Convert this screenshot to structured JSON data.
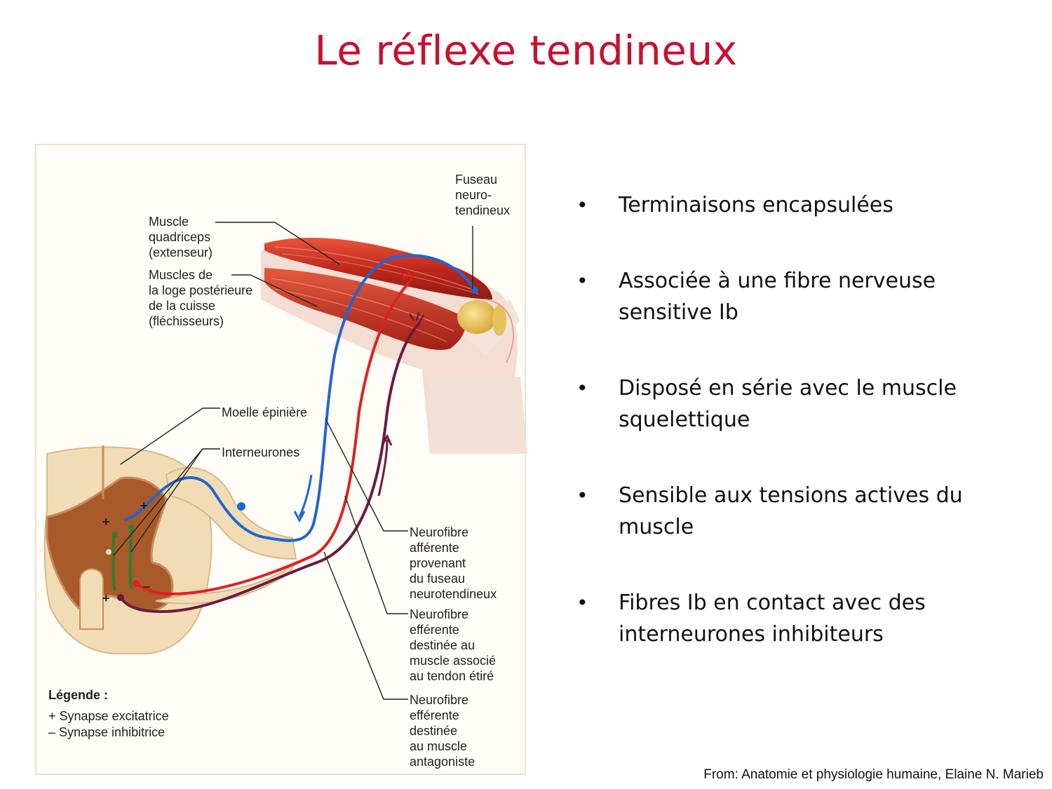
{
  "title": "Le réflexe tendineux",
  "figure": {
    "labels": {
      "fuseau": [
        "Fuseau",
        "neuro-",
        "tendineux"
      ],
      "quadriceps": [
        "Muscle",
        "quadriceps",
        "(extenseur)"
      ],
      "flechisseurs": [
        "Muscles de",
        "la loge postérieure",
        "de la cuisse",
        "(fléchisseurs)"
      ],
      "moelle": "Moelle épinière",
      "interneurones": "Interneurones",
      "afferente": [
        "Neurofibre",
        "afférente",
        "provenant",
        "du fuseau",
        "neurotendineux"
      ],
      "efferente1": [
        "Neurofibre",
        "efférente",
        "destinée au",
        "muscle associé",
        "au tendon étiré"
      ],
      "efferente2": [
        "Neurofibre",
        "efférente",
        "destinée",
        "au muscle",
        "antagoniste"
      ],
      "legende_title": "Légende :",
      "legende_1": "+ Synapse excitatrice",
      "legende_2": "– Synapse inhibitrice",
      "plus": "+",
      "minus": "–"
    }
  },
  "bullets": [
    {
      "text": "Terminaisons encapsulées"
    },
    {
      "text": "Associée à une fibre nerveuse sensitive Ib"
    },
    {
      "text": "Disposé en série avec le muscle squelettique"
    },
    {
      "text": "Sensible aux tensions actives du muscle"
    },
    {
      "text": "Fibres Ib en contact avec des interneurones inhibiteurs"
    }
  ],
  "bullet_symbol": "•",
  "credit": "From: Anatomie et physiologie humaine, Elaine N. Marieb",
  "colors": {
    "title": "#c8102e",
    "afferent": "#1f66d1",
    "efferent": "#e02020",
    "antagonist": "#6b1b3e",
    "interneuron": "#2e7d32"
  }
}
